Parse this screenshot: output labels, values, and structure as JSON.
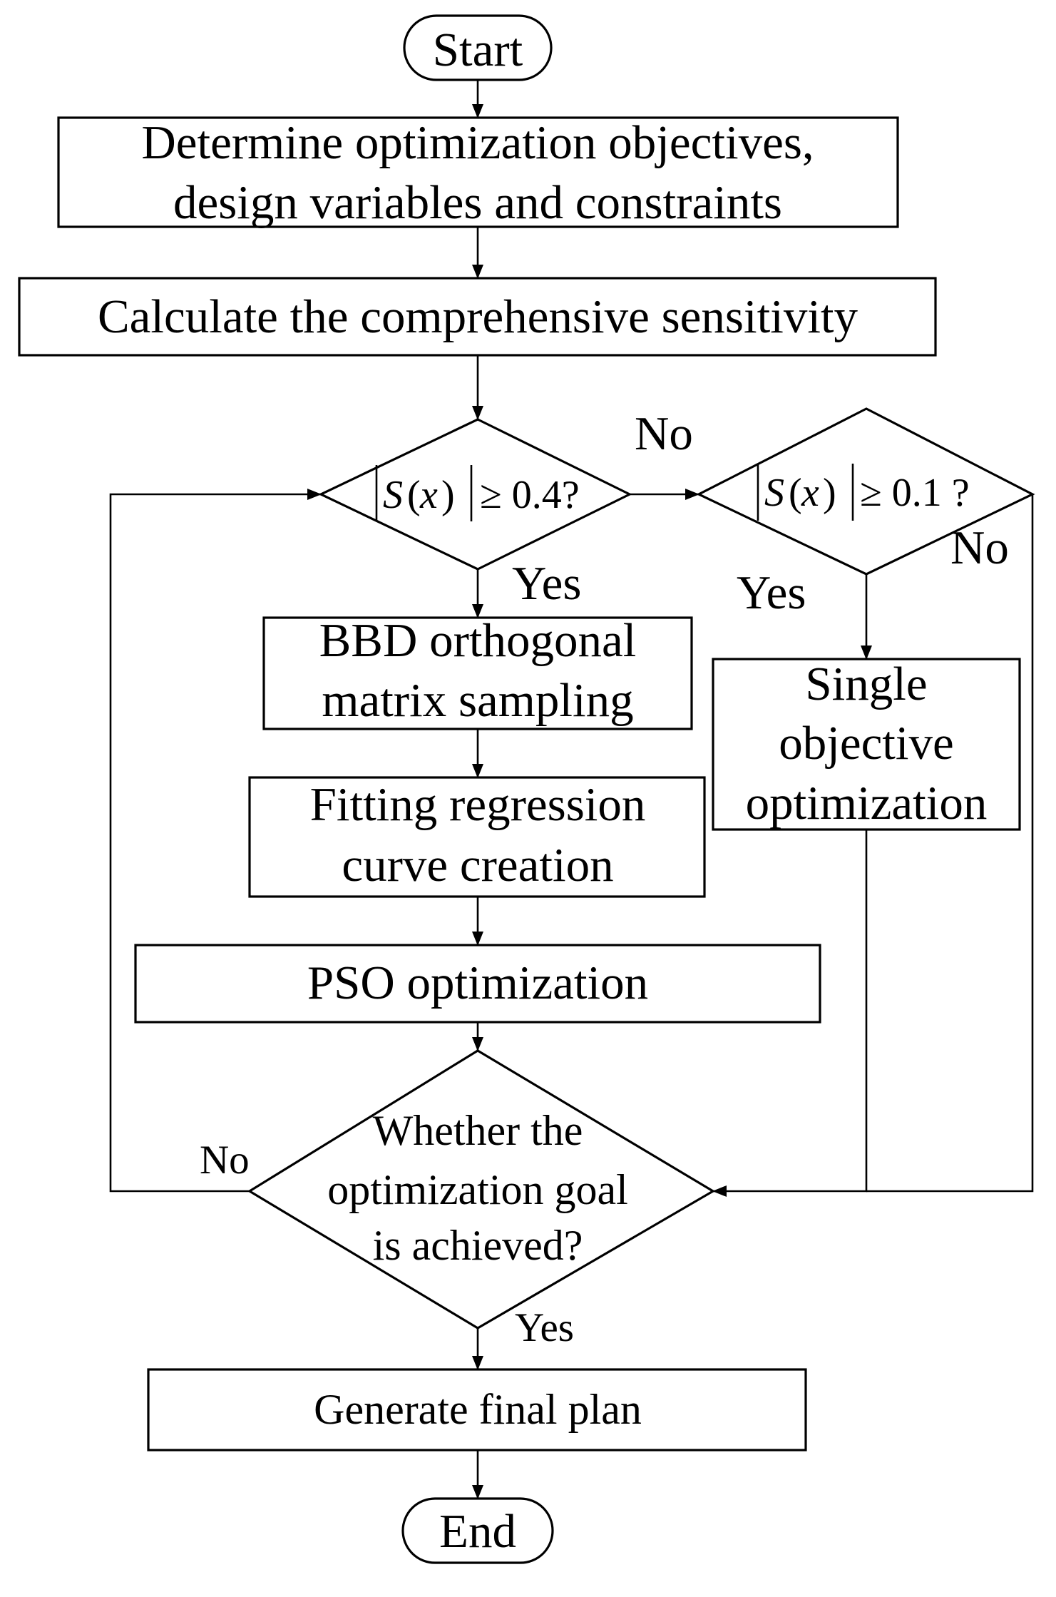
{
  "flowchart": {
    "start": "Start",
    "determine": {
      "line1": "Determine optimization objectives,",
      "line2": "design variables and constraints"
    },
    "calculate": "Calculate the comprehensive sensitivity",
    "decision1": {
      "s": "S",
      "lparen": "(",
      "x": "x",
      "rparen": ")",
      "threshold": "≥ 0.4?"
    },
    "decision2": {
      "s": "S",
      "lparen": "(",
      "x": "x",
      "rparen": ")",
      "threshold": "≥ 0.1 ?"
    },
    "bbd": {
      "line1": "BBD orthogonal",
      "line2": "matrix sampling"
    },
    "fitting": {
      "line1": "Fitting regression",
      "line2": "curve creation"
    },
    "pso": "PSO optimization",
    "single": {
      "line1": "Single",
      "line2": "objective",
      "line3": "optimization"
    },
    "goal": {
      "line1": "Whether the",
      "line2": "optimization goal",
      "line3": "is achieved?"
    },
    "final": "Generate final plan",
    "end": "End",
    "labels": {
      "no_d1": "No",
      "yes_d1": "Yes",
      "no_d2": "No",
      "yes_d2": "Yes",
      "no_goal": "No",
      "yes_goal": "Yes"
    }
  }
}
